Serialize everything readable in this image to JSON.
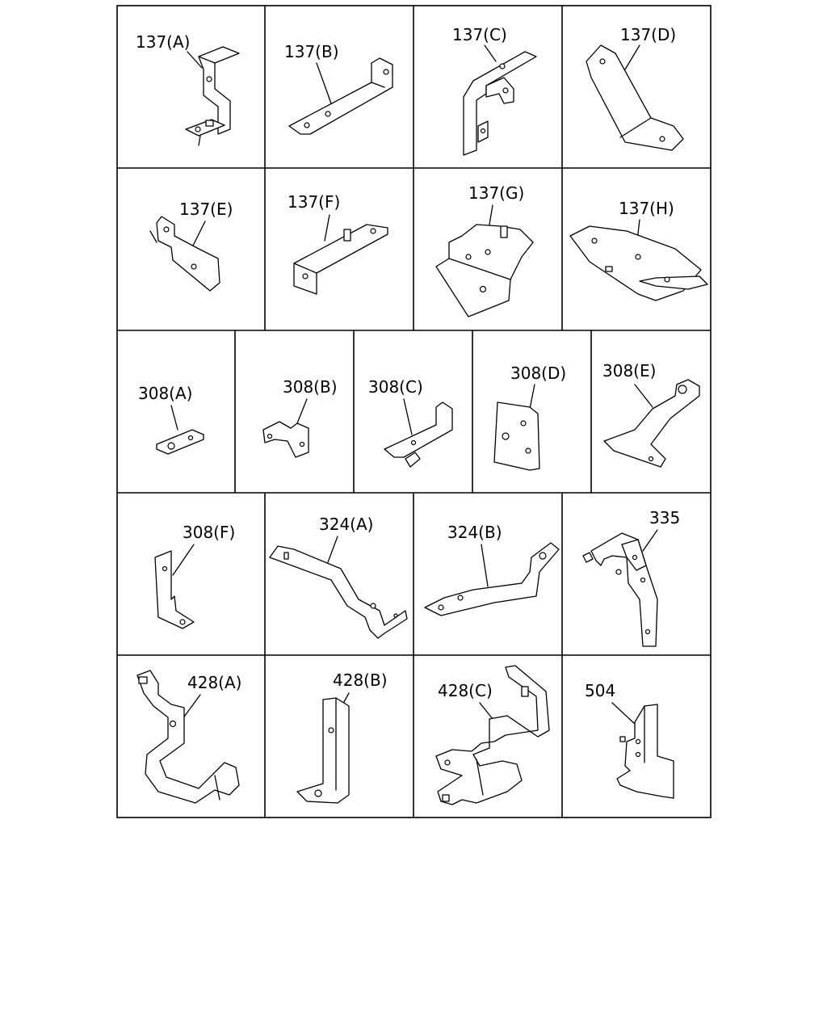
{
  "diagram": {
    "rows": [
      {
        "cells": [
          {
            "id": "137a",
            "label": "137(A)"
          },
          {
            "id": "137b",
            "label": "137(B)"
          },
          {
            "id": "137c",
            "label": "137(C)"
          },
          {
            "id": "137d",
            "label": "137(D)"
          }
        ]
      },
      {
        "cells": [
          {
            "id": "137e",
            "label": "137(E)"
          },
          {
            "id": "137f",
            "label": "137(F)"
          },
          {
            "id": "137g",
            "label": "137(G)"
          },
          {
            "id": "137h",
            "label": "137(H)"
          }
        ]
      },
      {
        "cells": [
          {
            "id": "308a",
            "label": "308(A)"
          },
          {
            "id": "308b",
            "label": "308(B)"
          },
          {
            "id": "308c",
            "label": "308(C)"
          },
          {
            "id": "308d",
            "label": "308(D)"
          },
          {
            "id": "308e",
            "label": "308(E)"
          }
        ]
      },
      {
        "cells": [
          {
            "id": "308f",
            "label": "308(F)"
          },
          {
            "id": "324a",
            "label": "324(A)"
          },
          {
            "id": "324b",
            "label": "324(B)"
          },
          {
            "id": "335",
            "label": "335"
          }
        ]
      },
      {
        "cells": [
          {
            "id": "428a",
            "label": "428(A)"
          },
          {
            "id": "428b",
            "label": "428(B)"
          },
          {
            "id": "428c",
            "label": "428(C)"
          },
          {
            "id": "504",
            "label": "504"
          }
        ]
      }
    ]
  }
}
